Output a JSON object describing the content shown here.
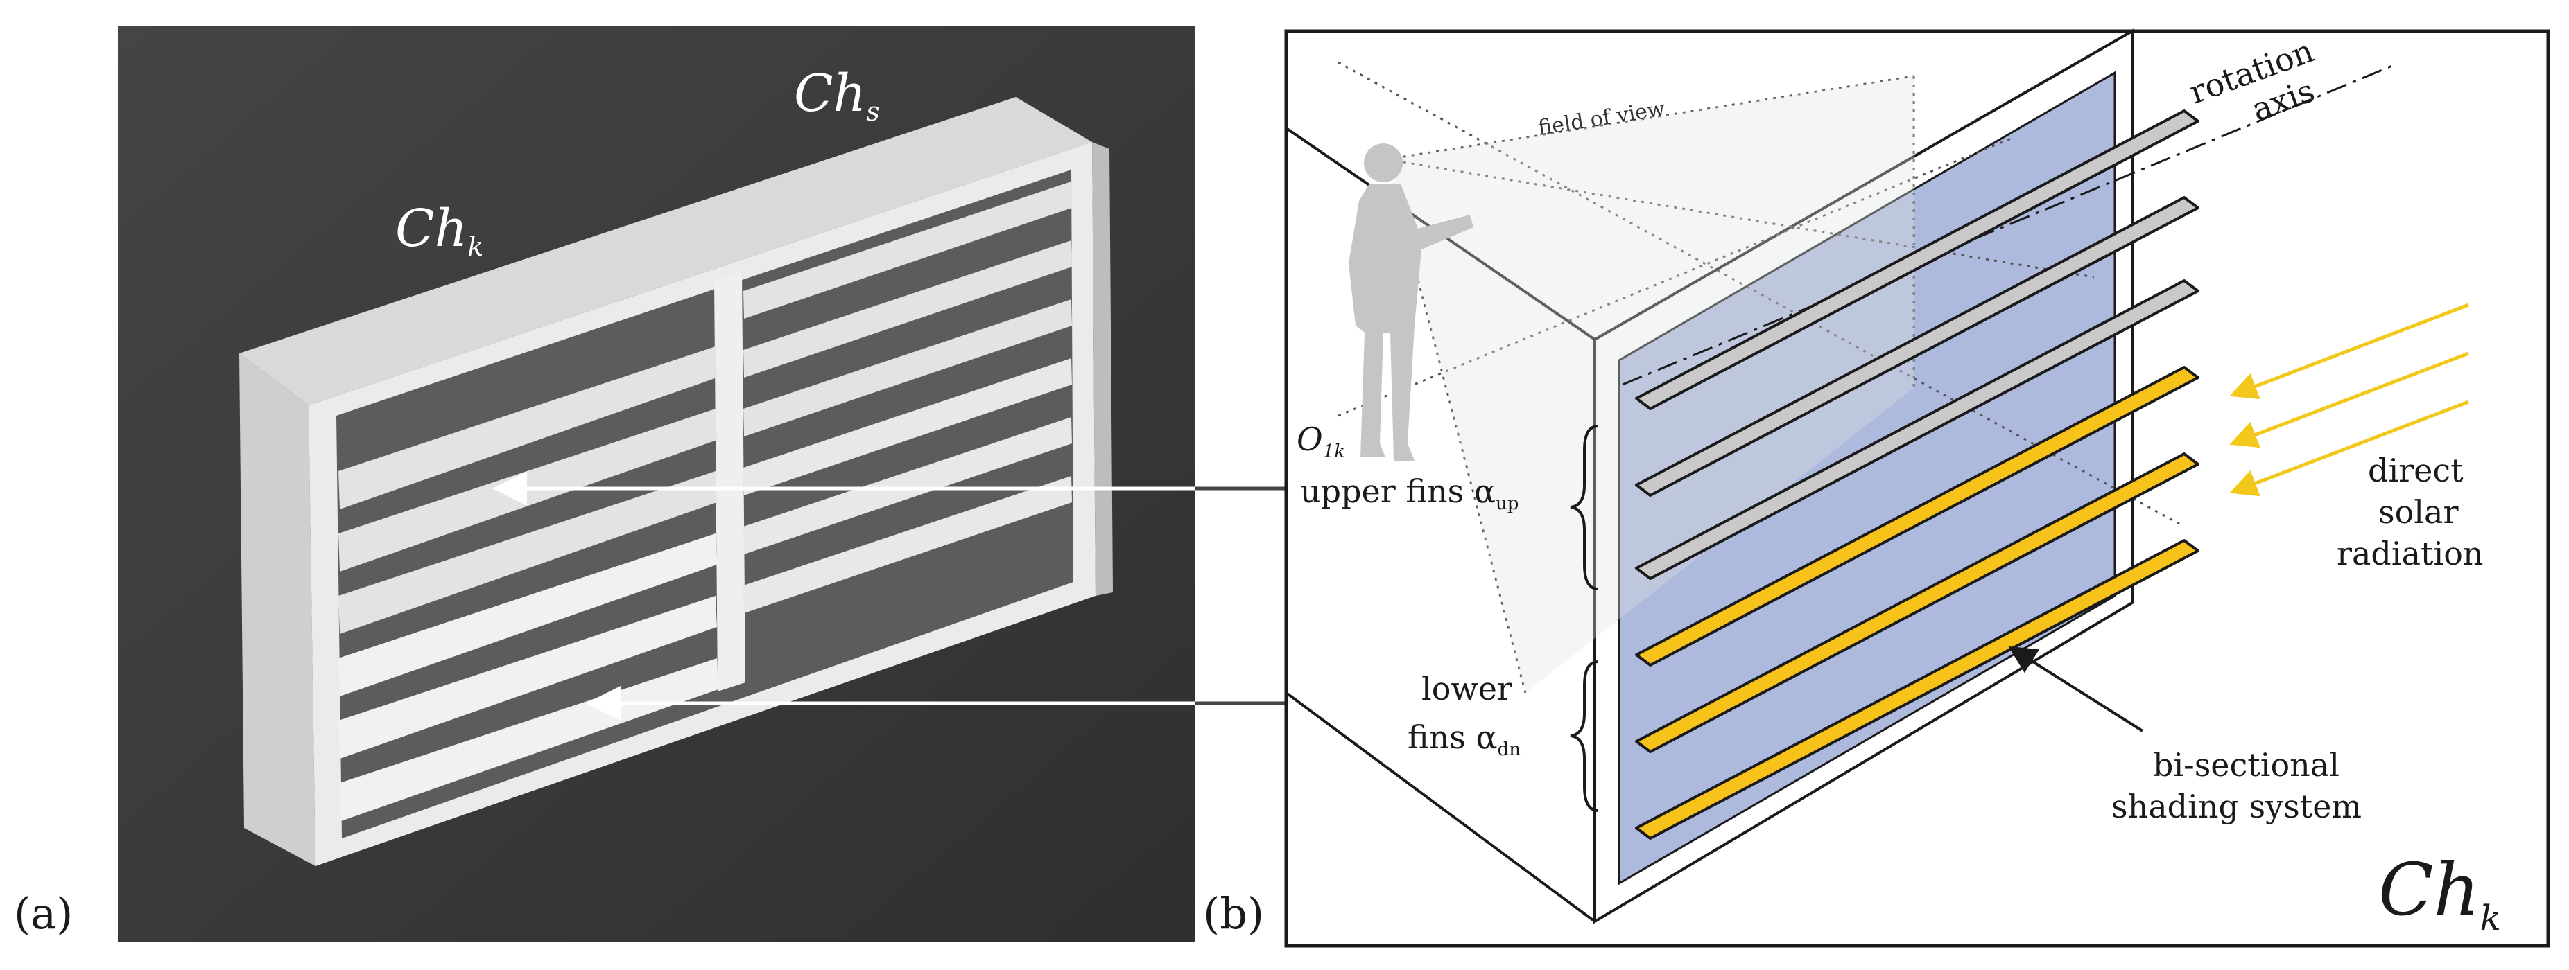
{
  "panel_a": {
    "label": "(a)",
    "model_label_k": "Ch",
    "model_label_k_sub": "k",
    "model_label_s": "Ch",
    "model_label_s_sub": "s"
  },
  "panel_b": {
    "label": "(b)",
    "field_of_view": "field of view",
    "rotation_axis_line1": "rotation",
    "rotation_axis_line2": "axis",
    "observer_label": "O",
    "observer_sub": "1k",
    "upper_fins": "upper fins α",
    "upper_fins_sub": "up",
    "lower_fins_line1": "lower",
    "lower_fins_line2": "fins α",
    "lower_fins_sub": "dn",
    "radiation_line1": "direct",
    "radiation_line2": "solar",
    "radiation_line3": "radiation",
    "system_line1": "bi-sectional",
    "system_line2": "shading system",
    "corner_label": "Ch",
    "corner_sub": "k"
  },
  "colors": {
    "photo_background": "#3a3a3a",
    "model_white": "#e8e8e6",
    "upper_fin_fill": "#c9c9c9",
    "lower_fin_fill": "#f7c21a",
    "window_blue": "#aeb9de",
    "sun_arrow": "#f2c81b"
  }
}
